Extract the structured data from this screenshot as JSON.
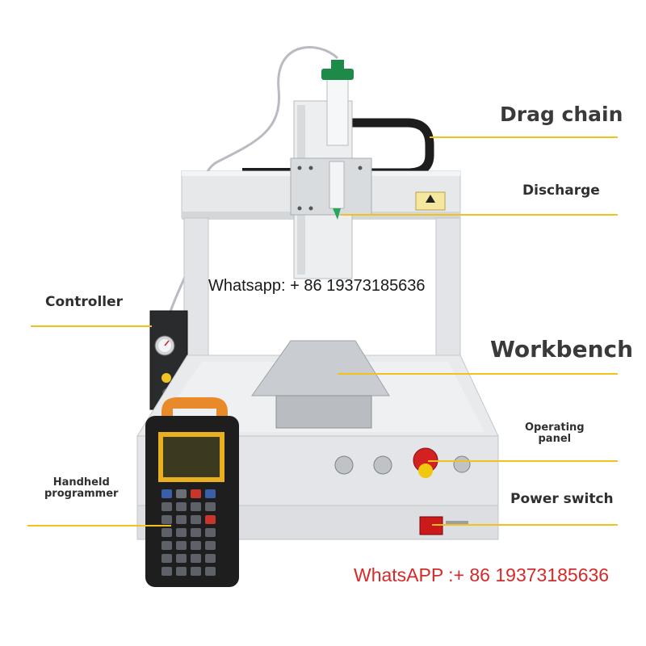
{
  "labels": {
    "drag_chain": "Drag chain",
    "discharge": "Discharge",
    "controller": "Controller",
    "workbench": "Workbench",
    "operating_panel_line1": "Operating",
    "operating_panel_line2": "panel",
    "handheld_line1": "Handheld",
    "handheld_line2": "programmer",
    "power_switch": "Power switch"
  },
  "watermarks": {
    "center": "Whatsapp: + 86 19373185636",
    "bottom": "WhatsAPP :+ 86 19373185636"
  },
  "colors": {
    "callout_line": "#f3c21a",
    "watermark_red": "#d42a2a",
    "frame": "#e4e6e9",
    "emergency_stop": "#d32020",
    "power_switch": "#cc1a1a",
    "pendant_handle": "#e98a2a",
    "pendant_body": "#1e1e1e"
  },
  "product_photo": {
    "description_icon": "dispensing-robot-photo"
  }
}
